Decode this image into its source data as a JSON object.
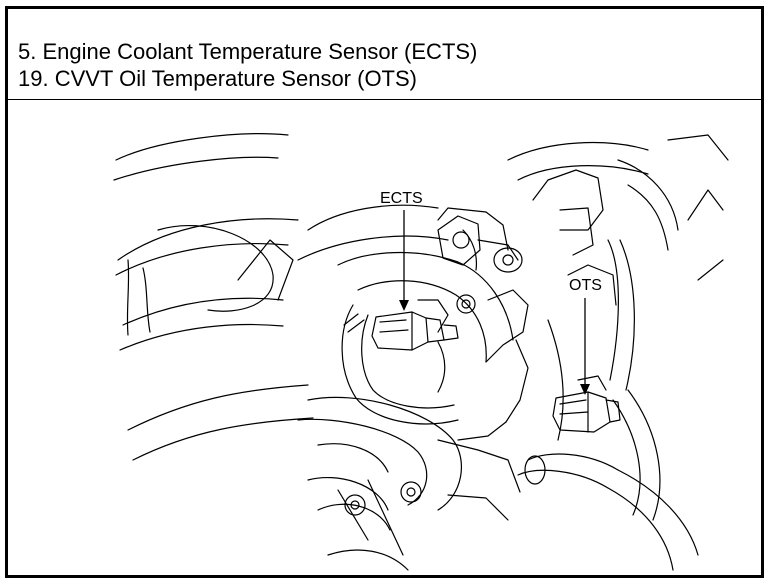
{
  "caption": {
    "line_1": "5. Engine Coolant Temperature Sensor (ECTS)",
    "line_2": "19. CVVT Oil Temperature Sensor (OTS)"
  },
  "callouts": {
    "ects": "ECTS",
    "ots": "OTS"
  },
  "colors": {
    "ink": "#000000",
    "paper": "#ffffff"
  }
}
